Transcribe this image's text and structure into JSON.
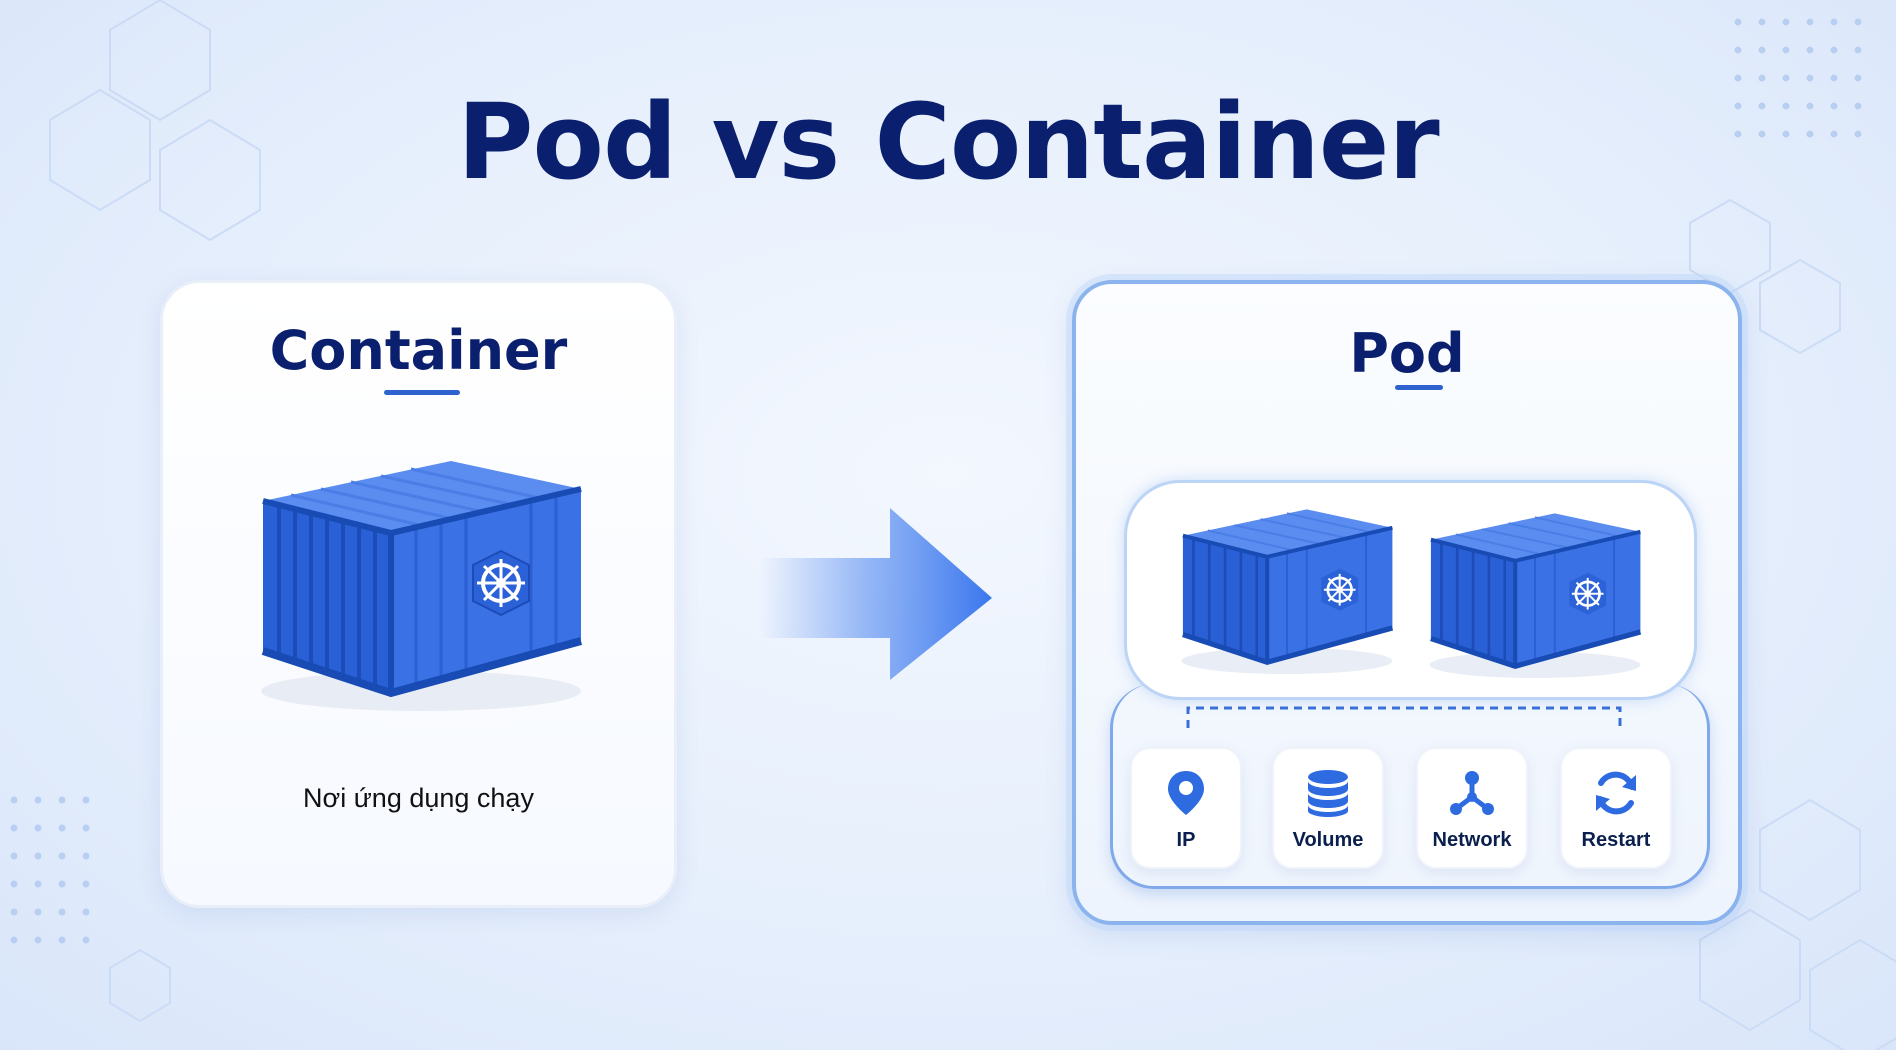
{
  "title": "Pod vs Container",
  "left_card": {
    "title": "Container",
    "caption": "Nơi ứng dụng chạy",
    "icon": "shipping-container-kubernetes-icon"
  },
  "right_card": {
    "title": "Pod",
    "containers": [
      "shipping-container-kubernetes-icon",
      "shipping-container-kubernetes-icon"
    ],
    "features": [
      {
        "label": "IP",
        "icon": "location-pin-icon"
      },
      {
        "label": "Volume",
        "icon": "database-icon"
      },
      {
        "label": "Network",
        "icon": "network-nodes-icon"
      },
      {
        "label": "Restart",
        "icon": "refresh-icon"
      }
    ]
  },
  "arrow_icon": "right-arrow-icon",
  "colors": {
    "title": "#0a1f6e",
    "accent": "#2e62cf",
    "container_blue": "#2f6be0",
    "background": "#e6effc"
  }
}
